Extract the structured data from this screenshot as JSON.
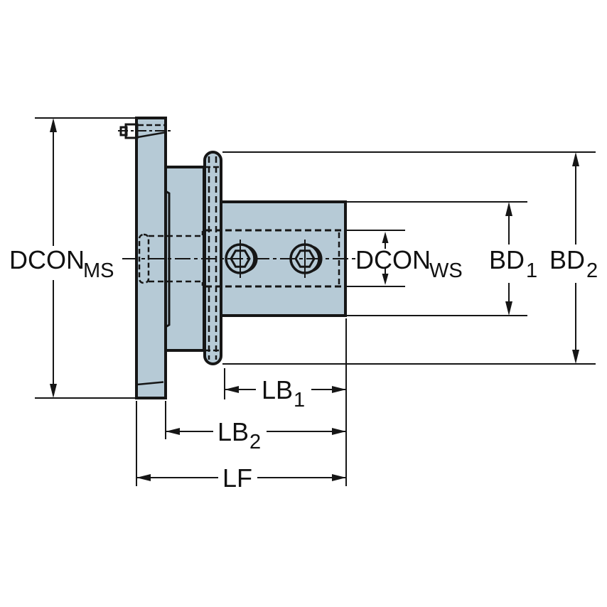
{
  "drawing": {
    "type": "technical-dimension-drawing",
    "subject": "flange-adapter-side-view",
    "colors": {
      "body_fill": "#b6cad6",
      "line": "#161616",
      "background": "#ffffff",
      "text": "#111111"
    },
    "dimensions": {
      "dcon_ms": {
        "base": "DCON",
        "sub": "MS"
      },
      "dcon_ws": {
        "base": "DCON",
        "sub": "WS"
      },
      "bd1": {
        "base": "BD",
        "sub": "1"
      },
      "bd2": {
        "base": "BD",
        "sub": "2"
      },
      "lb1": {
        "base": "LB",
        "sub": "1"
      },
      "lb2": {
        "base": "LB",
        "sub": "2"
      },
      "lf": {
        "base": "LF"
      }
    }
  }
}
